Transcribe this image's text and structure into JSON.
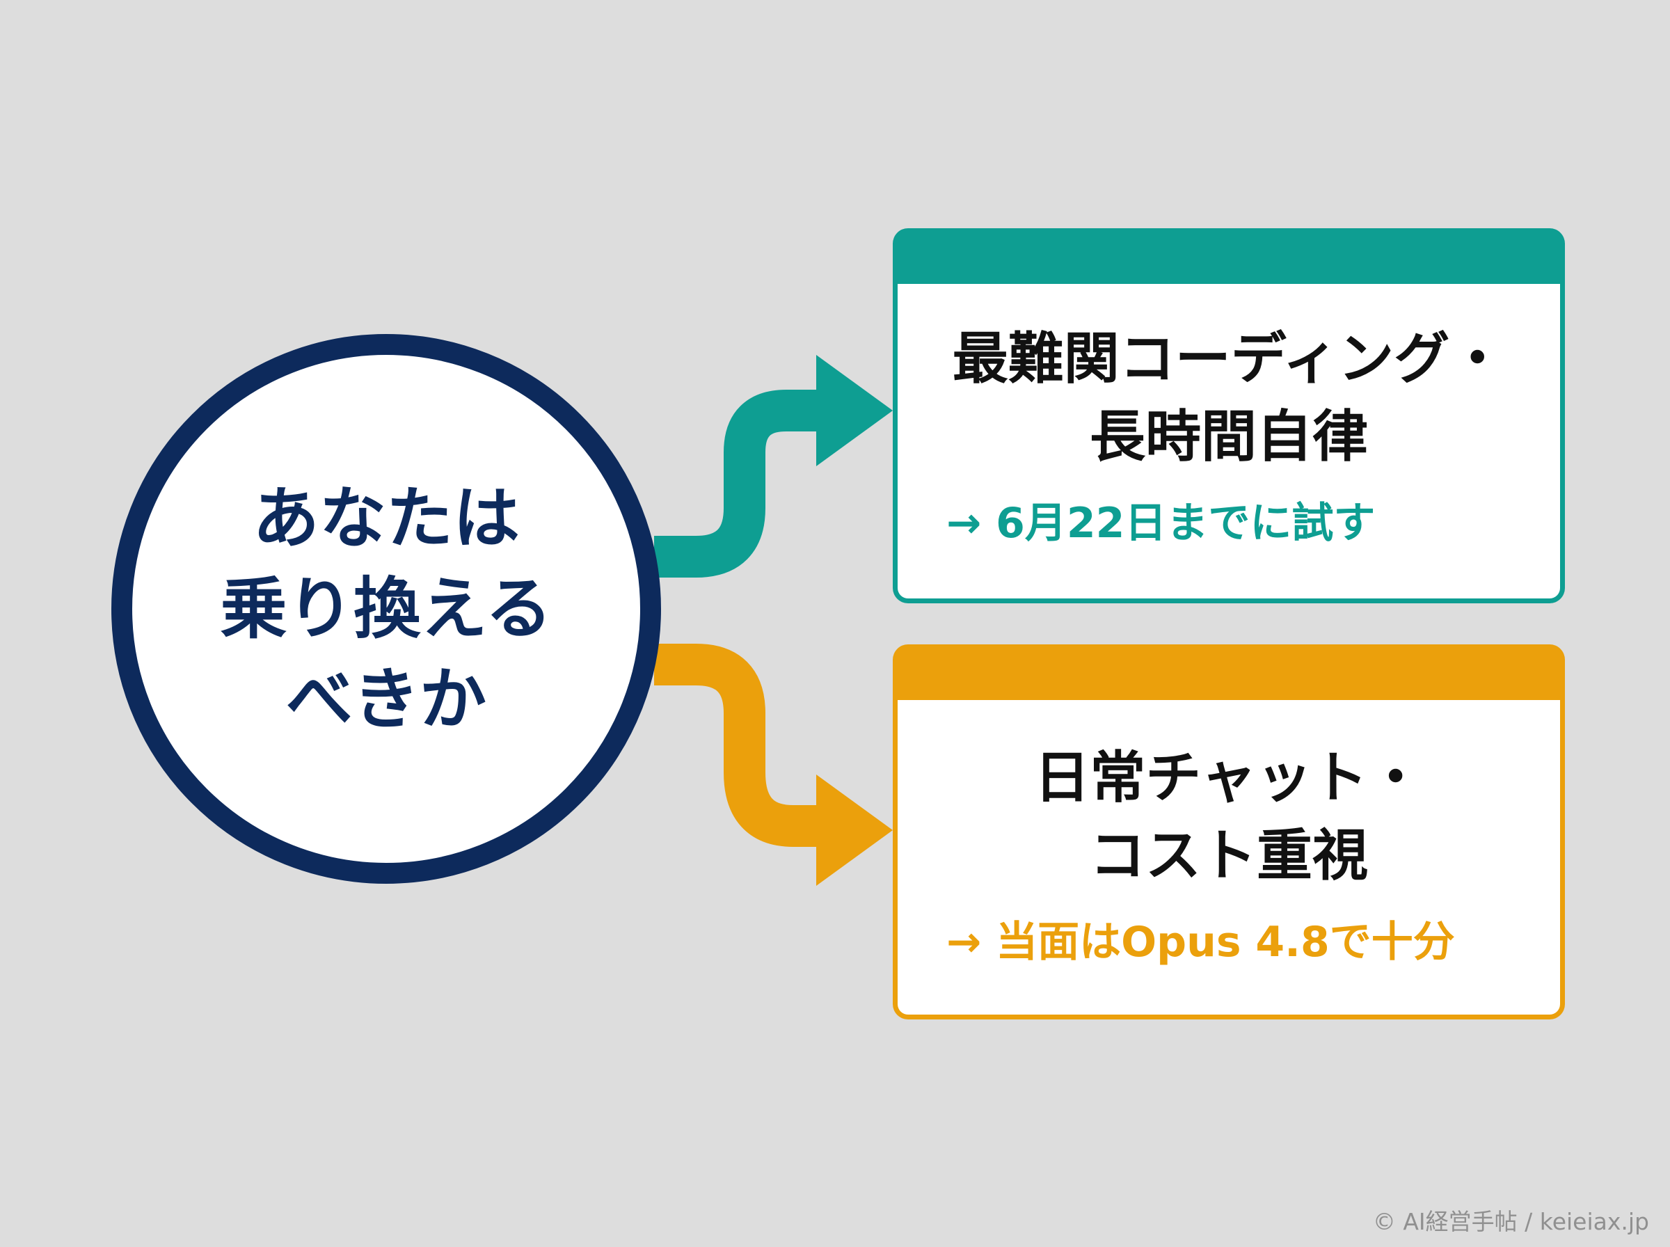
{
  "question": {
    "lines": [
      "あなたは",
      "乗り換える",
      "べきか"
    ],
    "color": "#0d2a5c"
  },
  "options": [
    {
      "title_lines": [
        "最難関コーディング・",
        "長時間自律"
      ],
      "action": "→ 6月22日までに試す",
      "accent_color": "#0e9e92"
    },
    {
      "title_lines": [
        "日常チャット・",
        "コスト重視"
      ],
      "action": "→ 当面はOpus 4.8で十分",
      "accent_color": "#eba00c"
    }
  ],
  "copyright": "© AI経営手帖 / keieiax.jp",
  "background_color": "#dddddd"
}
